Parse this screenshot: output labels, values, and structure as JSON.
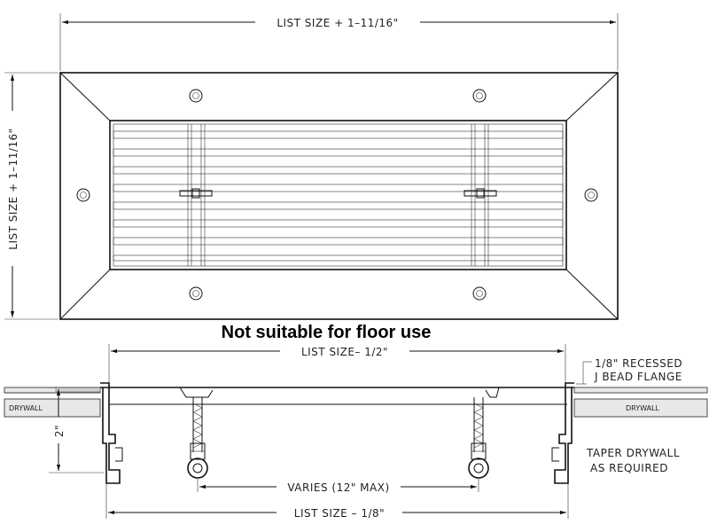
{
  "top_view": {
    "width_label": "LIST SIZE + 1–11/16\"",
    "height_label": "LIST SIZE + 1–11/16\""
  },
  "warning": "Not suitable for floor use",
  "section_view": {
    "top_dim_label": "LIST SIZE– 1/2\"",
    "recess_label_line1": "1/8\" RECESSED",
    "recess_label_line2": "J BEAD FLANGE",
    "drywall_left": "DRYWALL",
    "drywall_right": "DRYWALL",
    "depth_label": "2\"",
    "taper_line1": "TAPER DRYWALL",
    "taper_line2": "AS REQUIRED",
    "varies_label": "VARIES (12\" MAX)",
    "bottom_dim_label": "LIST SIZE – 1/8\""
  }
}
